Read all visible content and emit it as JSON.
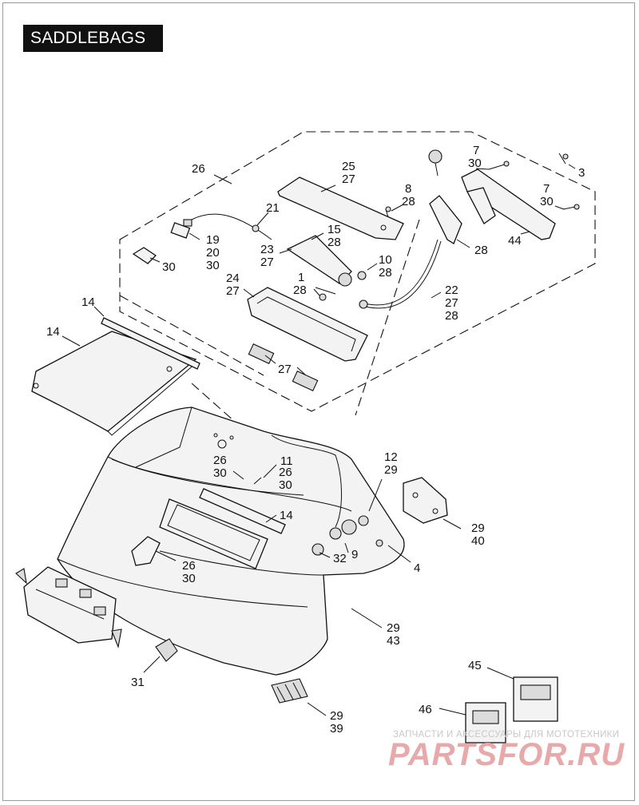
{
  "title": "SADDLEBAGS",
  "callouts": [
    {
      "id": "lbl-26-top",
      "lines": [
        "26"
      ]
    },
    {
      "id": "lbl-25-27",
      "lines": [
        "25",
        "27"
      ]
    },
    {
      "id": "lbl-8-28",
      "lines": [
        "8",
        "28"
      ]
    },
    {
      "id": "lbl-7-30-a",
      "lines": [
        "7",
        "30"
      ]
    },
    {
      "id": "lbl-3",
      "lines": [
        "3"
      ]
    },
    {
      "id": "lbl-7-30-b",
      "lines": [
        "7",
        "30"
      ]
    },
    {
      "id": "lbl-44",
      "lines": [
        "44"
      ]
    },
    {
      "id": "lbl-28-hinge",
      "lines": [
        "28"
      ]
    },
    {
      "id": "lbl-21",
      "lines": [
        "21"
      ]
    },
    {
      "id": "lbl-15-28",
      "lines": [
        "15",
        "28"
      ]
    },
    {
      "id": "lbl-19-20-30",
      "lines": [
        "19",
        "20",
        "30"
      ]
    },
    {
      "id": "lbl-30-left",
      "lines": [
        "30"
      ]
    },
    {
      "id": "lbl-23-27",
      "lines": [
        "23",
        "27"
      ]
    },
    {
      "id": "lbl-10-28",
      "lines": [
        "10",
        "28"
      ]
    },
    {
      "id": "lbl-24-27",
      "lines": [
        "24",
        "27"
      ]
    },
    {
      "id": "lbl-1-28",
      "lines": [
        "1",
        "28"
      ]
    },
    {
      "id": "lbl-22-27-28",
      "lines": [
        "22",
        "27",
        "28"
      ]
    },
    {
      "id": "lbl-14-strip",
      "lines": [
        "14"
      ]
    },
    {
      "id": "lbl-14-liner",
      "lines": [
        "14"
      ]
    },
    {
      "id": "lbl-27-pads",
      "lines": [
        "27"
      ]
    },
    {
      "id": "lbl-26-30-mid",
      "lines": [
        "26",
        "30"
      ]
    },
    {
      "id": "lbl-11",
      "lines": [
        "11"
      ]
    },
    {
      "id": "lbl-26-30-right",
      "lines": [
        "26",
        "30"
      ]
    },
    {
      "id": "lbl-12-29",
      "lines": [
        "12",
        "29"
      ]
    },
    {
      "id": "lbl-14-inner",
      "lines": [
        "14"
      ]
    },
    {
      "id": "lbl-29-40",
      "lines": [
        "29",
        "40"
      ]
    },
    {
      "id": "lbl-32",
      "lines": [
        "32"
      ]
    },
    {
      "id": "lbl-9",
      "lines": [
        "9"
      ]
    },
    {
      "id": "lbl-4",
      "lines": [
        "4"
      ]
    },
    {
      "id": "lbl-26-30-low",
      "lines": [
        "26",
        "30"
      ]
    },
    {
      "id": "lbl-29-43",
      "lines": [
        "29",
        "43"
      ]
    },
    {
      "id": "lbl-31",
      "lines": [
        "31"
      ]
    },
    {
      "id": "lbl-29-39",
      "lines": [
        "29",
        "39"
      ]
    },
    {
      "id": "lbl-45",
      "lines": [
        "45"
      ]
    },
    {
      "id": "lbl-46",
      "lines": [
        "46"
      ]
    }
  ],
  "watermark": {
    "caption": "ЗАПЧАСТИ И АКСЕССУАРЫ ДЛЯ МОТОТЕХНИКИ",
    "brand": "PARTSFOR.RU"
  }
}
